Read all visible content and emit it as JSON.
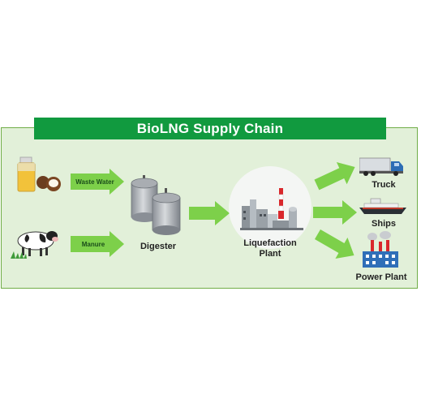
{
  "title": "BioLNG Supply Chain",
  "inputs": {
    "waste_water": "Waste Water",
    "manure": "Manure"
  },
  "labels": {
    "digester": "Digester",
    "liquefaction_line1": "Liquefaction",
    "liquefaction_line2": "Plant",
    "truck": "Truck",
    "ships": "Ships",
    "power_plant": "Power Plant"
  },
  "colors": {
    "banner": "#119a3f",
    "panel": "#e2f0d9",
    "arrow": "#7dd04a"
  },
  "icons": [
    "juice-bottle-icon",
    "coconut-icon",
    "cow-icon",
    "digester-tank-icon",
    "factory-icon",
    "truck-icon",
    "ship-icon",
    "power-plant-icon"
  ]
}
